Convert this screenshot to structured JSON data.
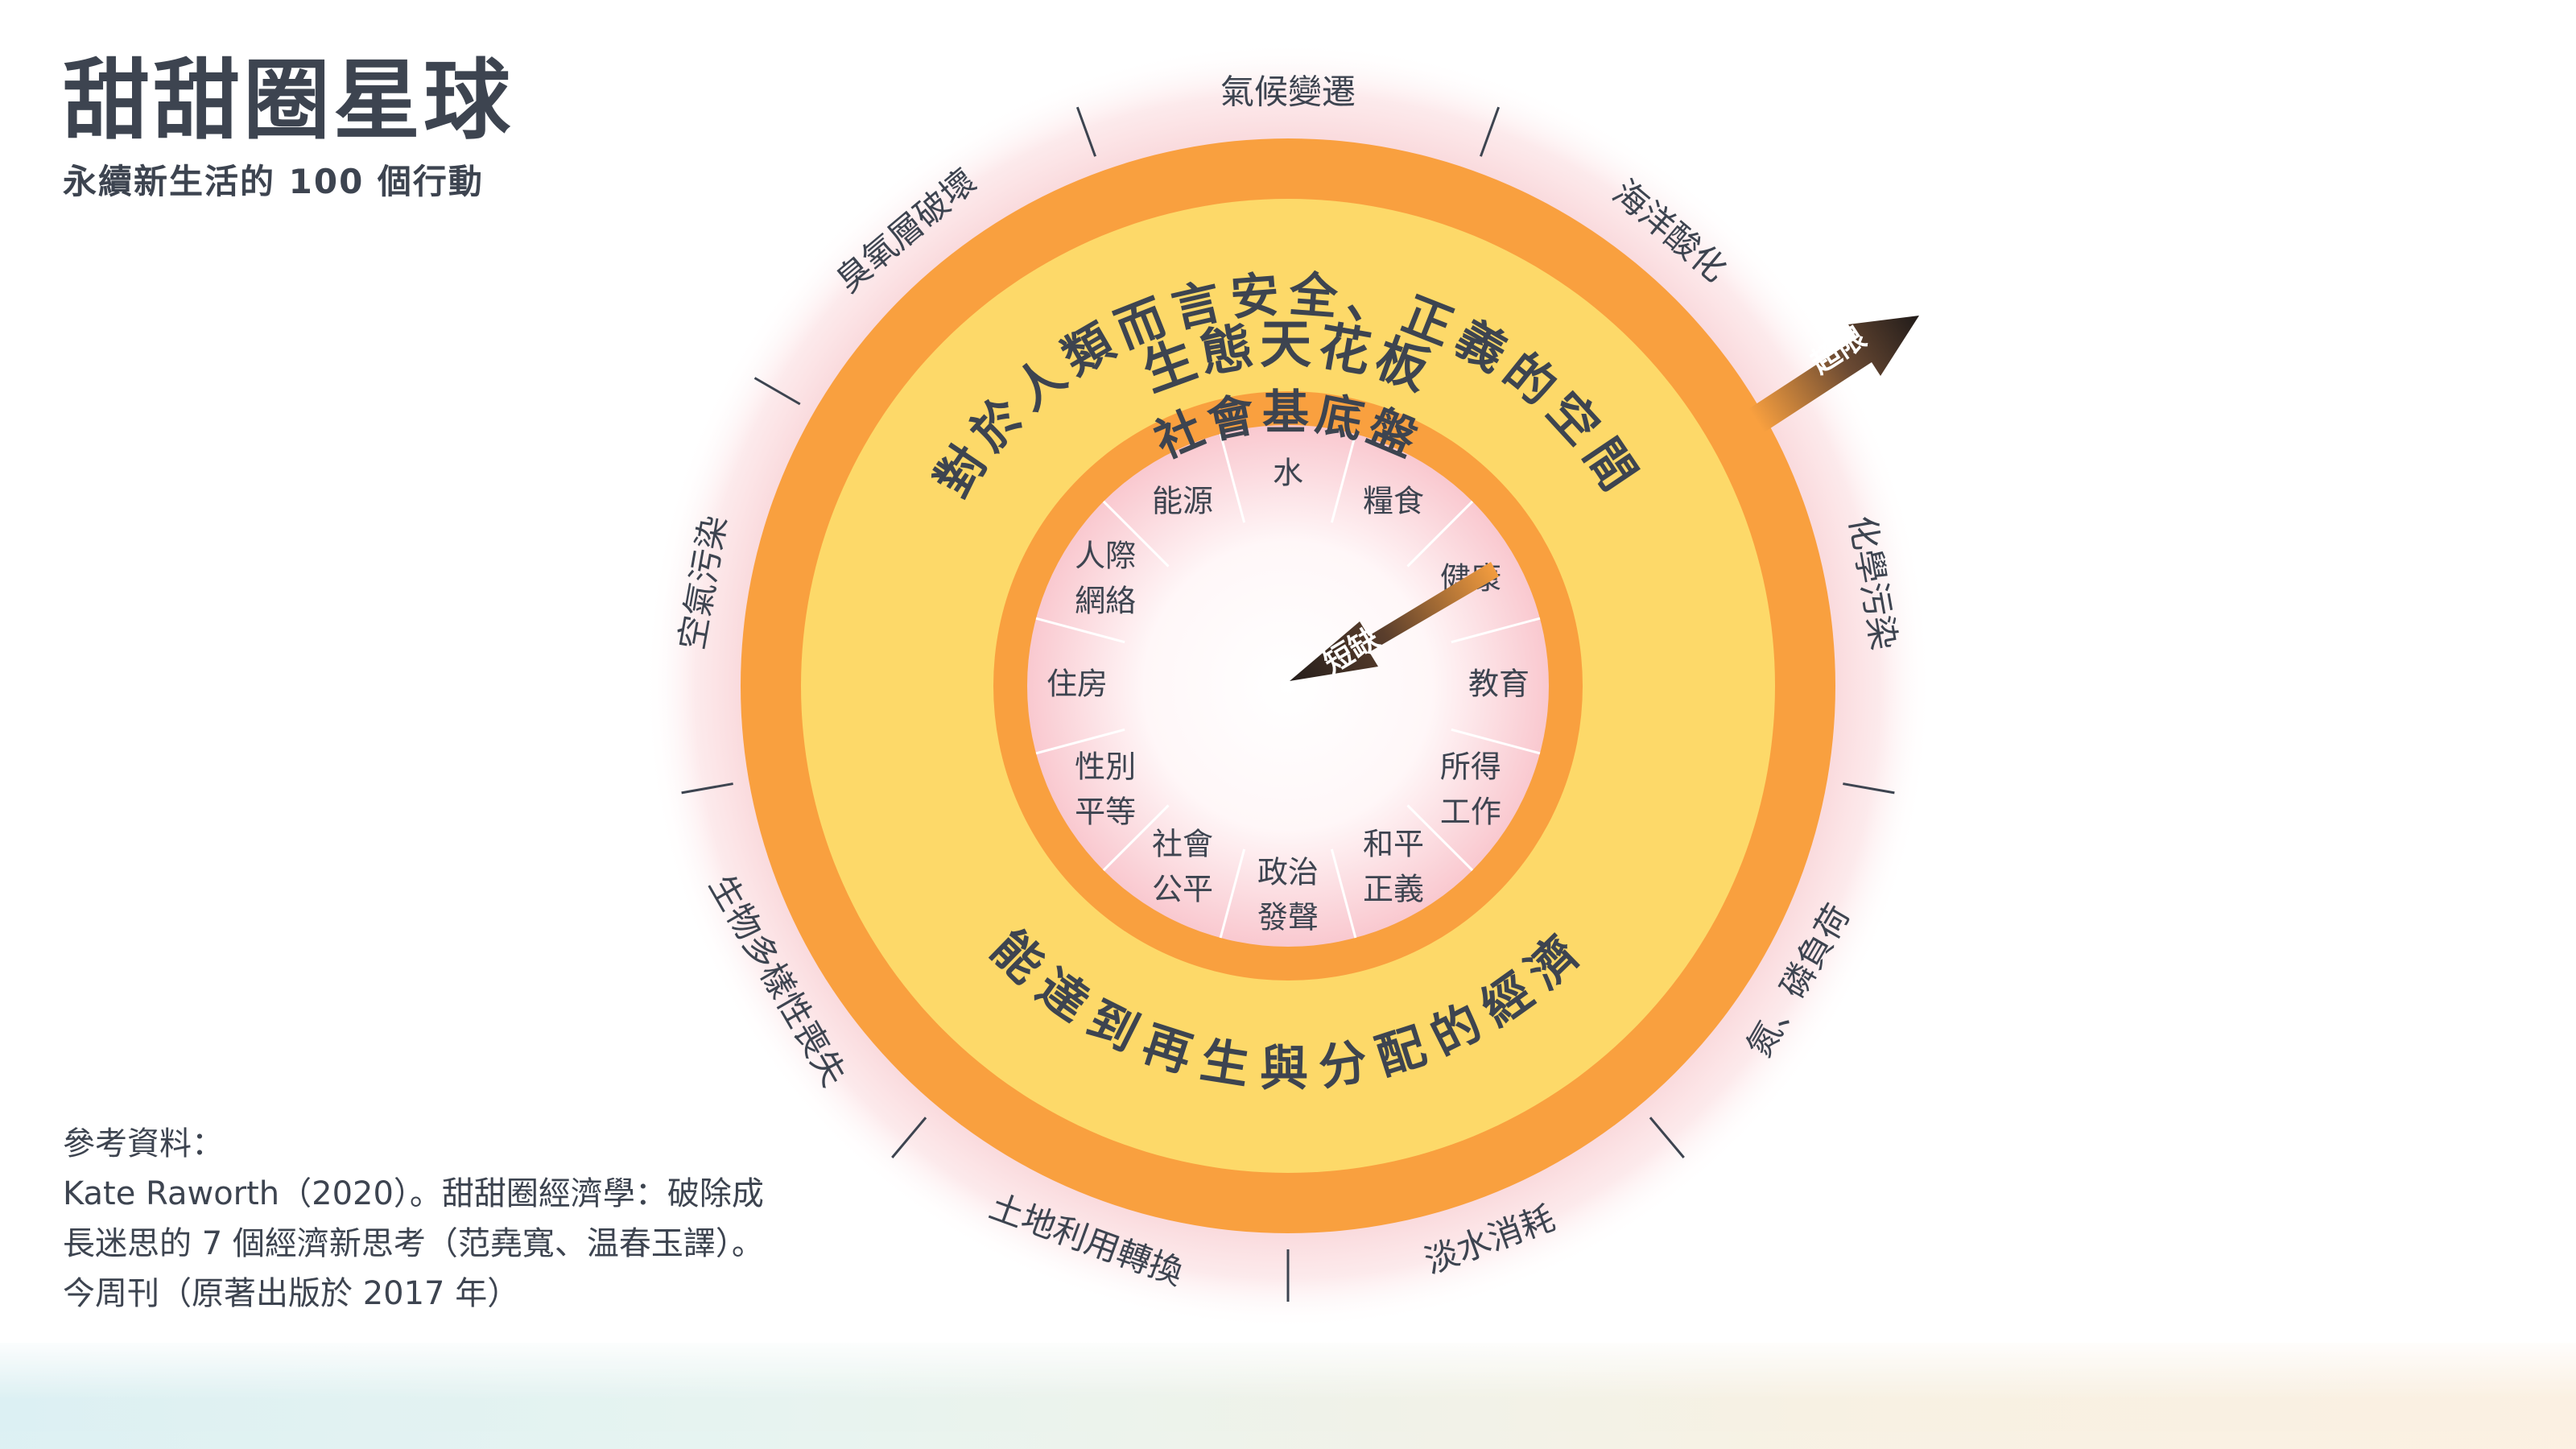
{
  "header": {
    "title": "甜甜圈星球",
    "subtitle": "永續新生活的 100 個行動"
  },
  "reference": {
    "heading": "參考資料：",
    "lines": [
      "Kate Raworth（2020）。甜甜圈經濟學：破除成",
      "長迷思的 7 個經濟新思考（范堯寬、温春玉譯）。",
      "今周刊（原著出版於 2017 年）"
    ]
  },
  "diagram": {
    "ecological_ceiling": "生態天花板",
    "safe_just_space": "對於人類而言安全、正義的空間",
    "social_foundation": "社會基底盤",
    "regenerative_economy": "能達到再生與分配的經濟",
    "overshoot_label": "超限",
    "shortfall_label": "短缺",
    "planetary_boundaries": [
      "氣候變遷",
      "海洋酸化",
      "化學污染",
      "氮、磷負荷",
      "淡水消耗",
      "土地利用轉換",
      "生物多樣性喪失",
      "空氣污染",
      "臭氧層破壞"
    ],
    "social_foundation_items": [
      [
        "水"
      ],
      [
        "糧食"
      ],
      [
        "健康"
      ],
      [
        "教育"
      ],
      [
        "所得",
        "工作"
      ],
      [
        "和平",
        "正義"
      ],
      [
        "政治",
        "發聲"
      ],
      [
        "社會",
        "公平"
      ],
      [
        "性別",
        "平等"
      ],
      [
        "住房"
      ],
      [
        "人際",
        "網絡"
      ],
      [
        "能源"
      ]
    ],
    "colors": {
      "orange": "#f9a03f",
      "yellow": "#fdd969",
      "text": "#3d4450",
      "arrow_dark": "#2a2220"
    }
  }
}
